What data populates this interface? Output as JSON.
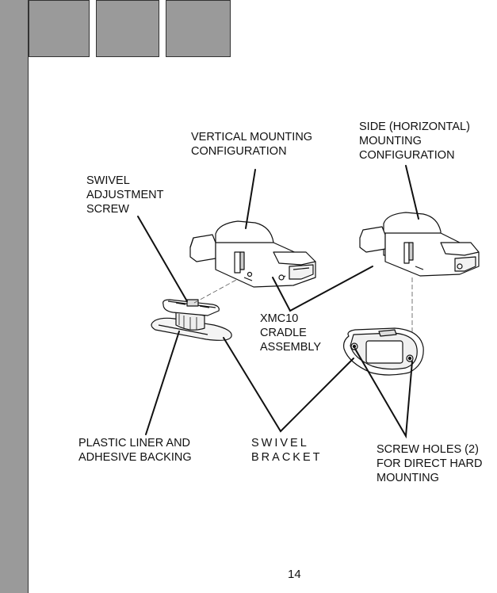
{
  "labels": {
    "vertical_mounting": "VERTICAL MOUNTING\nCONFIGURATION",
    "side_mounting": "SIDE (HORIZONTAL)\nMOUNTING\nCONFIGURATION",
    "swivel_screw": "SWIVEL\nADJUSTMENT\nSCREW",
    "cradle_assembly": "XMC10\nCRADLE\nASSEMBLY",
    "plastic_liner": "PLASTIC LINER AND\nADHESIVE BACKING",
    "swivel_bracket": "SWIVEL\nBRACKET",
    "screw_holes": "SCREW HOLES (2)\nFOR DIRECT HARD\nMOUNTING"
  },
  "page_number": "14"
}
